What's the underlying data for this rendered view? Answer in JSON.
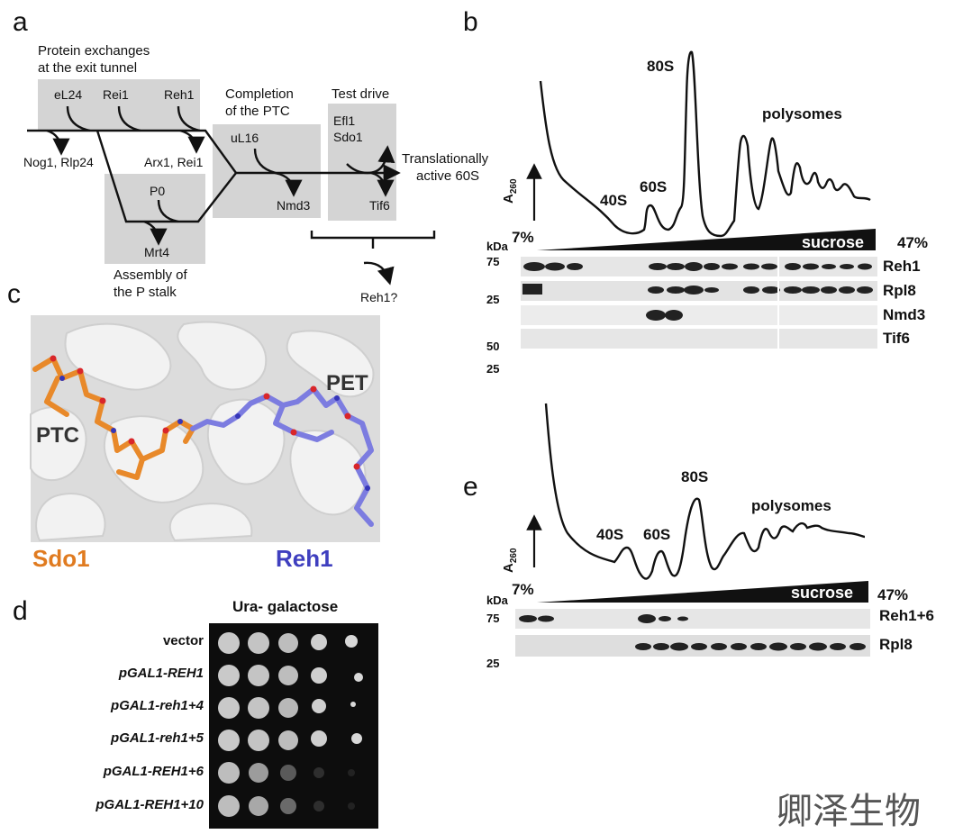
{
  "panels": {
    "a": {
      "label": "a",
      "stage_protein_exchange": [
        "Protein exchanges",
        "at the exit tunnel"
      ],
      "stage_p_stalk": [
        "Assembly of",
        "the P stalk"
      ],
      "stage_ptc": [
        "Completion",
        "of the PTC"
      ],
      "stage_test_drive": "Test drive",
      "factors_in": [
        "eL24",
        "Rei1",
        "Reh1",
        "P0",
        "uL16"
      ],
      "factors_out": [
        "Nog1, Rlp24",
        "Arx1, Rei1",
        "Mrt4",
        "Nmd3"
      ],
      "test_drive_factors": [
        "Efl1",
        "Sdo1"
      ],
      "tif6": "Tif6",
      "result": [
        "Translationally",
        "active 60S"
      ],
      "question": "Reh1?"
    },
    "b": {
      "label": "b",
      "peaks": [
        "40S",
        "60S",
        "80S",
        "polysomes"
      ],
      "yaxis": "A260",
      "gradient_start": "7%",
      "gradient_label": "sucrose",
      "gradient_end": "47%",
      "kda": "kDa",
      "markers": [
        "75",
        "25",
        "50",
        "25"
      ],
      "blots": [
        "Reh1",
        "Rpl8",
        "Nmd3",
        "Tif6"
      ]
    },
    "c": {
      "label": "c",
      "site_ptc": "PTC",
      "site_pet": "PET",
      "protein_left": "Sdo1",
      "protein_right": "Reh1",
      "color_left": "#e07b20",
      "color_right": "#3f3fbf"
    },
    "d": {
      "label": "d",
      "condition": "Ura- galactose",
      "strains": [
        "vector",
        "pGAL1-REH1",
        "pGAL1-reh1+4",
        "pGAL1-reh1+5",
        "pGAL1-REH1+6",
        "pGAL1-REH1+10"
      ]
    },
    "e": {
      "label": "e",
      "peaks": [
        "40S",
        "60S",
        "80S",
        "polysomes"
      ],
      "yaxis": "A260",
      "gradient_start": "7%",
      "gradient_label": "sucrose",
      "gradient_end": "47%",
      "kda": "kDa",
      "markers": [
        "75",
        "25"
      ],
      "blots": [
        "Reh1+6",
        "Rpl8"
      ]
    }
  },
  "watermark": "卿泽生物"
}
